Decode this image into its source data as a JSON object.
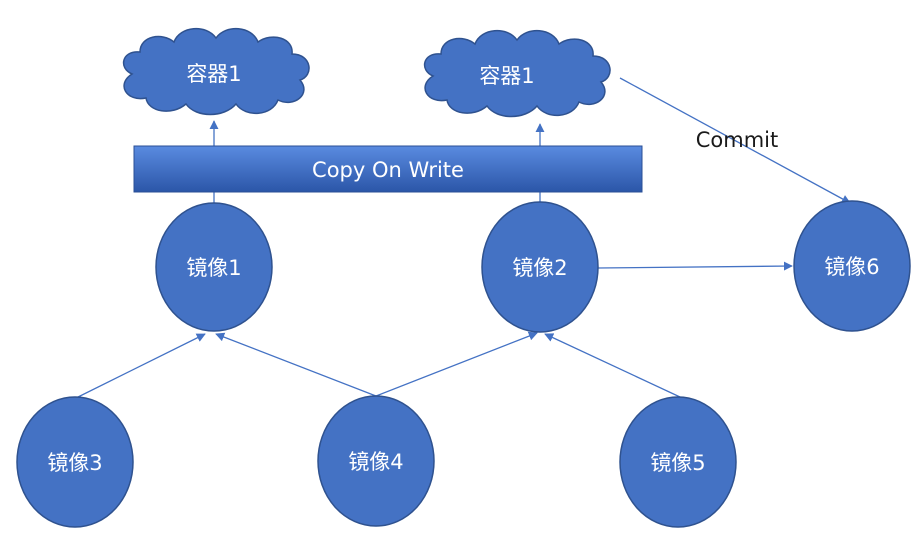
{
  "diagram": {
    "containers": [
      {
        "id": "container-left",
        "label": "容器1"
      },
      {
        "id": "container-right",
        "label": "容器1"
      }
    ],
    "cow_bar": {
      "label": "Copy On Write"
    },
    "images": [
      {
        "id": "image-1",
        "label": "镜像1"
      },
      {
        "id": "image-2",
        "label": "镜像2"
      },
      {
        "id": "image-3",
        "label": "镜像3"
      },
      {
        "id": "image-4",
        "label": "镜像4"
      },
      {
        "id": "image-5",
        "label": "镜像5"
      },
      {
        "id": "image-6",
        "label": "镜像6"
      }
    ],
    "commit_label": "Commit",
    "colors": {
      "node_fill": "#4472c4",
      "node_stroke": "#2f528f",
      "edge": "#4472c4",
      "bar_top": "#4a7fd6",
      "bar_bottom": "#2e5bb0"
    }
  }
}
